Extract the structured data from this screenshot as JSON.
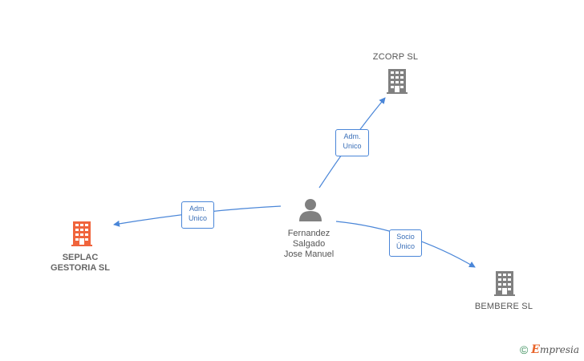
{
  "nodes": {
    "person": {
      "lines": [
        "Fernandez",
        "Salgado",
        "Jose Manuel"
      ]
    },
    "zcorp": {
      "name": "ZCORP  SL"
    },
    "seplac": {
      "lines": [
        "SEPLAC",
        "GESTORIA  SL"
      ]
    },
    "bembere": {
      "name": "BEMBERE  SL"
    }
  },
  "edges": {
    "to_zcorp": {
      "lines": [
        "Adm.",
        "Unico"
      ]
    },
    "to_seplac": {
      "lines": [
        "Adm.",
        "Unico"
      ]
    },
    "to_bembere": {
      "lines": [
        "Socio",
        "Único"
      ]
    }
  },
  "colors": {
    "edge": "#4a86d8",
    "building_gray": "#808080",
    "building_focus": "#f0643c",
    "person": "#808080"
  },
  "footer": {
    "copyright_symbol": "©",
    "brand_initial": "E",
    "brand_rest": "mpresia"
  }
}
